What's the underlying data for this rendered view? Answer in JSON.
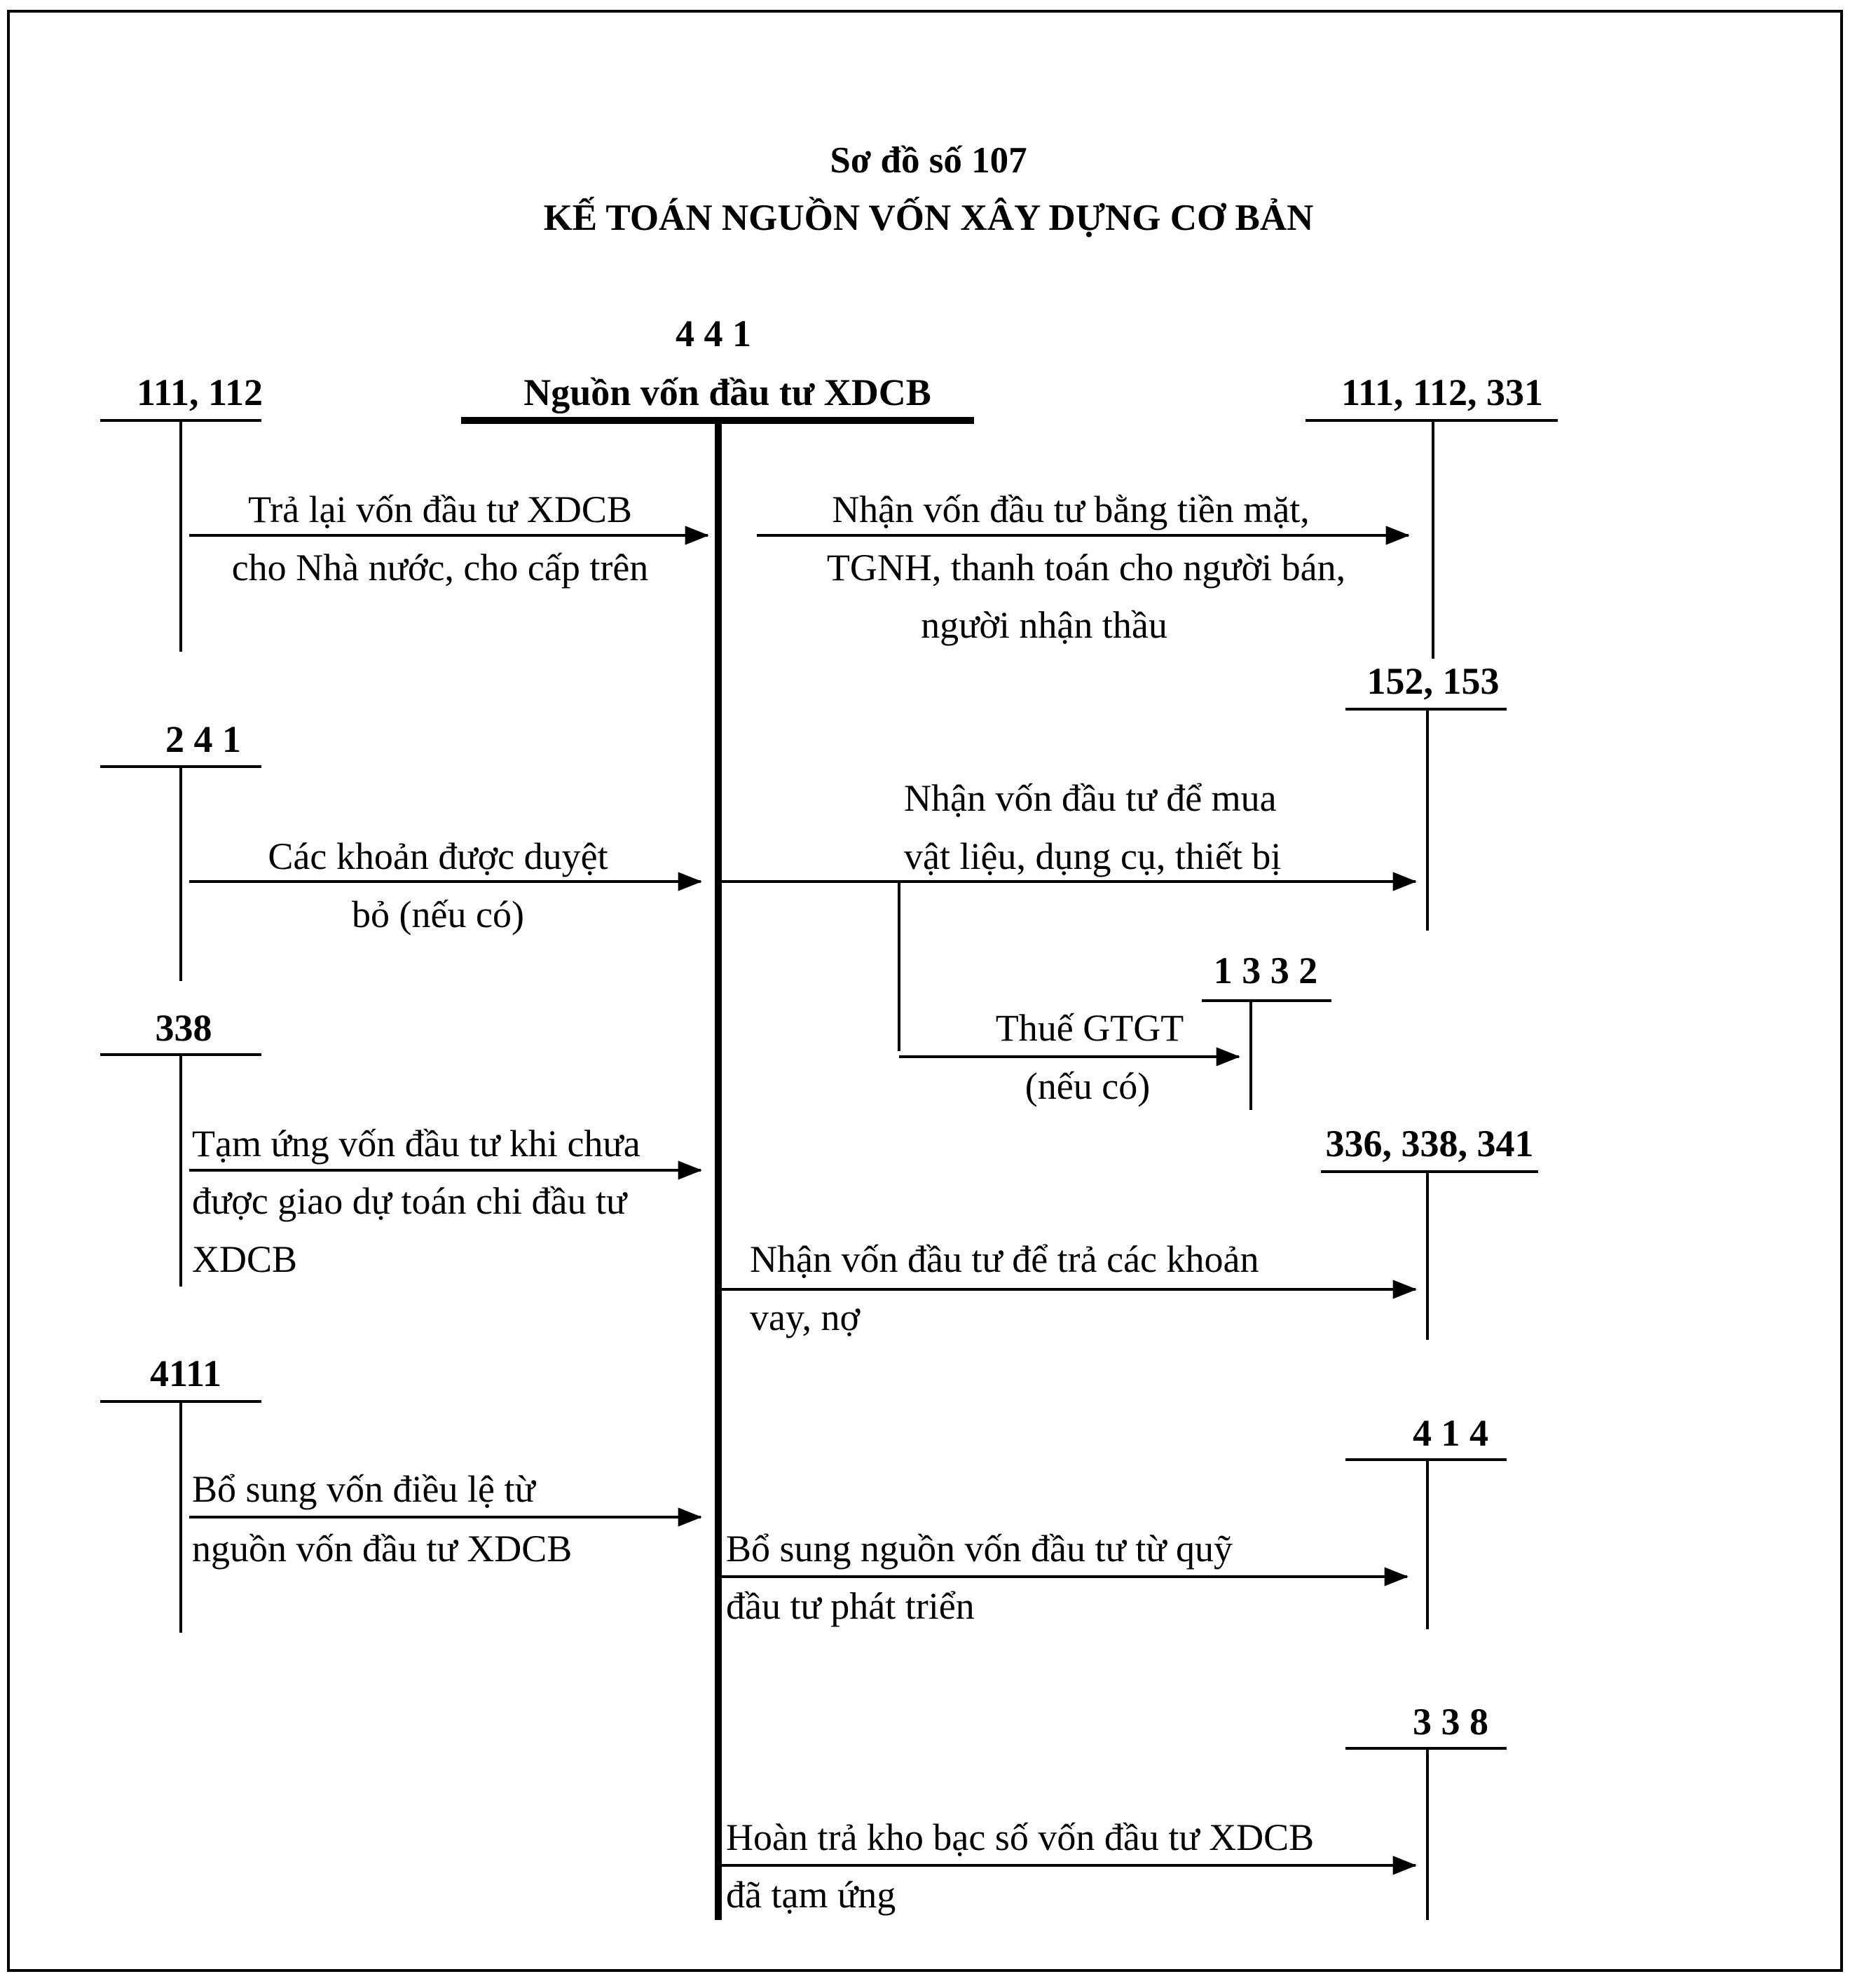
{
  "title": {
    "line1": "Sơ đồ số 107",
    "line2": "KẾ TOÁN NGUỒN VỐN XÂY DỰNG CƠ BẢN"
  },
  "center_account": {
    "code": "4 4 1",
    "name": "Nguồn vốn đầu tư XDCB"
  },
  "left_accounts": [
    {
      "code": "111, 112",
      "label": [
        "Trả lại vốn đầu tư XDCB",
        "cho Nhà nước, cho cấp trên"
      ]
    },
    {
      "code": "2 4 1",
      "label": [
        "Các khoản được duyệt",
        "bỏ (nếu có)"
      ]
    },
    {
      "code": "338",
      "label": [
        "Tạm ứng vốn đầu tư khi chưa",
        "được giao dự toán chi đầu tư",
        "XDCB"
      ]
    },
    {
      "code": "4111",
      "label": [
        "Bổ sung vốn điều lệ từ",
        "nguồn vốn đầu tư XDCB"
      ]
    }
  ],
  "right_accounts": [
    {
      "code": "111, 112, 331",
      "label": [
        "Nhận vốn đầu tư bằng tiền mặt,",
        "TGNH, thanh toán cho người bán,",
        "người nhận thầu"
      ]
    },
    {
      "code": "152, 153",
      "label": [
        "Nhận vốn đầu tư để mua",
        "vật liệu, dụng cụ, thiết bị"
      ]
    },
    {
      "code": "1 3 3 2",
      "label": [
        "Thuế GTGT",
        "(nếu có)"
      ]
    },
    {
      "code": "336, 338, 341",
      "label": [
        "Nhận vốn đầu tư để trả các khoản",
        "vay, nợ"
      ]
    },
    {
      "code": "4 1 4",
      "label": [
        "Bổ sung nguồn vốn đầu tư từ quỹ",
        "đầu tư phát triển"
      ]
    },
    {
      "code": "3 3 8",
      "label": [
        "Hoàn trả kho bạc số vốn đầu tư XDCB",
        "đã tạm ứng"
      ]
    }
  ]
}
